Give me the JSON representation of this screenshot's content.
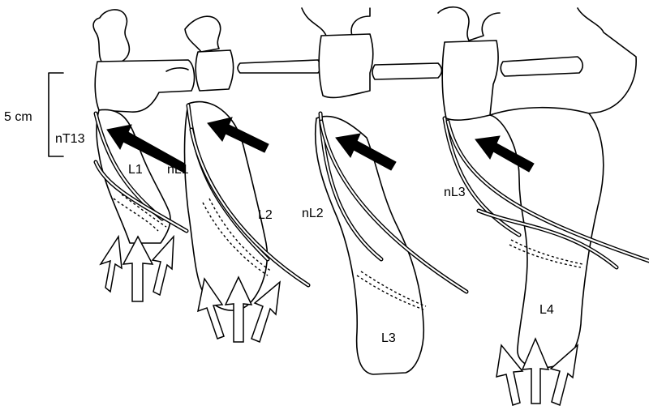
{
  "scale_bar": {
    "label": "5 cm"
  },
  "nerve_labels": {
    "nT13": "nT13",
    "nL1": "nL1",
    "nL2": "nL2",
    "nL3": "nL3"
  },
  "muscle_labels": {
    "L1": "L1",
    "L2": "L2",
    "L3": "L3",
    "L4": "L4"
  },
  "colors": {
    "line": "#000000",
    "background": "#ffffff"
  }
}
